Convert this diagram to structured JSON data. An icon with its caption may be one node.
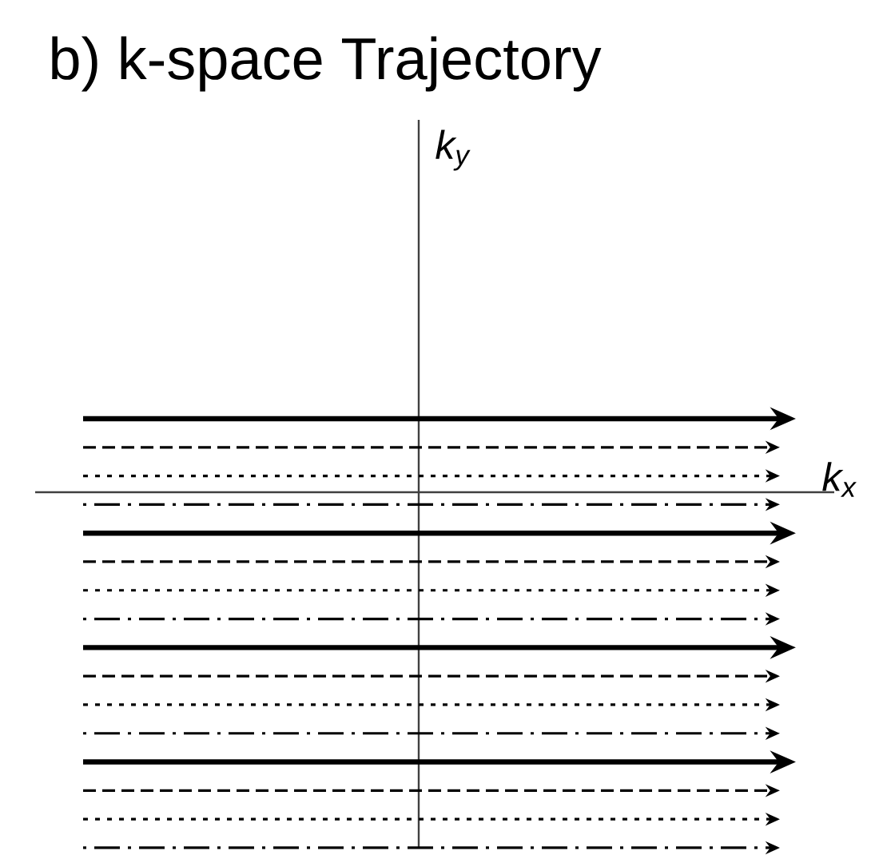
{
  "diagram": {
    "title": "b) k-space Trajectory",
    "labels": [
      "k$_{y}$",
      "k$_{x}$"
    ]
  }
}
